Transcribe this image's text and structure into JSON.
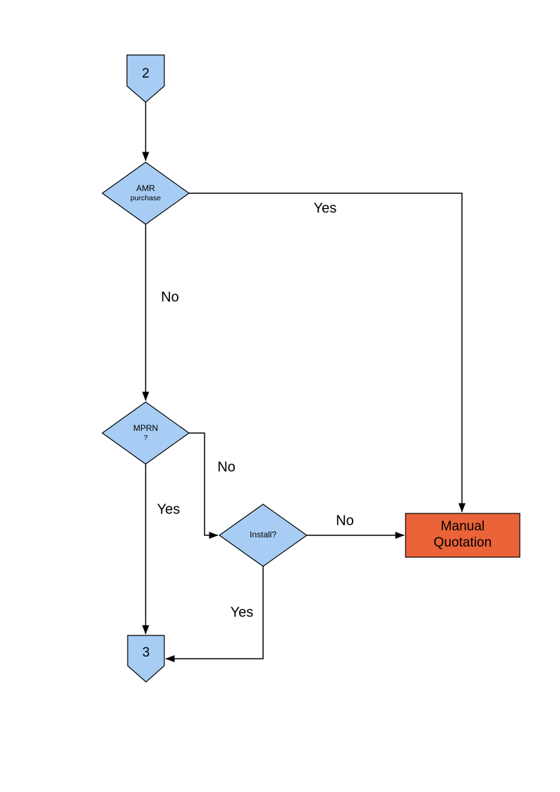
{
  "colors": {
    "node_fill": "#A7CDF4",
    "node_stroke": "#000000",
    "terminal_fill": "#EB6338",
    "terminal_stroke": "#000000",
    "line": "#000000",
    "background": "#ffffff"
  },
  "nodes": {
    "connector_2": {
      "label": "2",
      "type": "off-page-connector"
    },
    "amr": {
      "line1": "AMR",
      "line2": "purchase",
      "type": "decision"
    },
    "mprn": {
      "line1": "MPRN",
      "line2": "?",
      "type": "decision"
    },
    "install": {
      "line1": "Install?",
      "type": "decision"
    },
    "manual_quotation": {
      "line1": "Manual",
      "line2": "Quotation",
      "type": "process"
    },
    "connector_3": {
      "label": "3",
      "type": "off-page-connector"
    }
  },
  "edge_labels": {
    "amr_yes": "Yes",
    "amr_no": "No",
    "mprn_no": "No",
    "mprn_yes": "Yes",
    "install_no": "No",
    "install_yes": "Yes"
  }
}
